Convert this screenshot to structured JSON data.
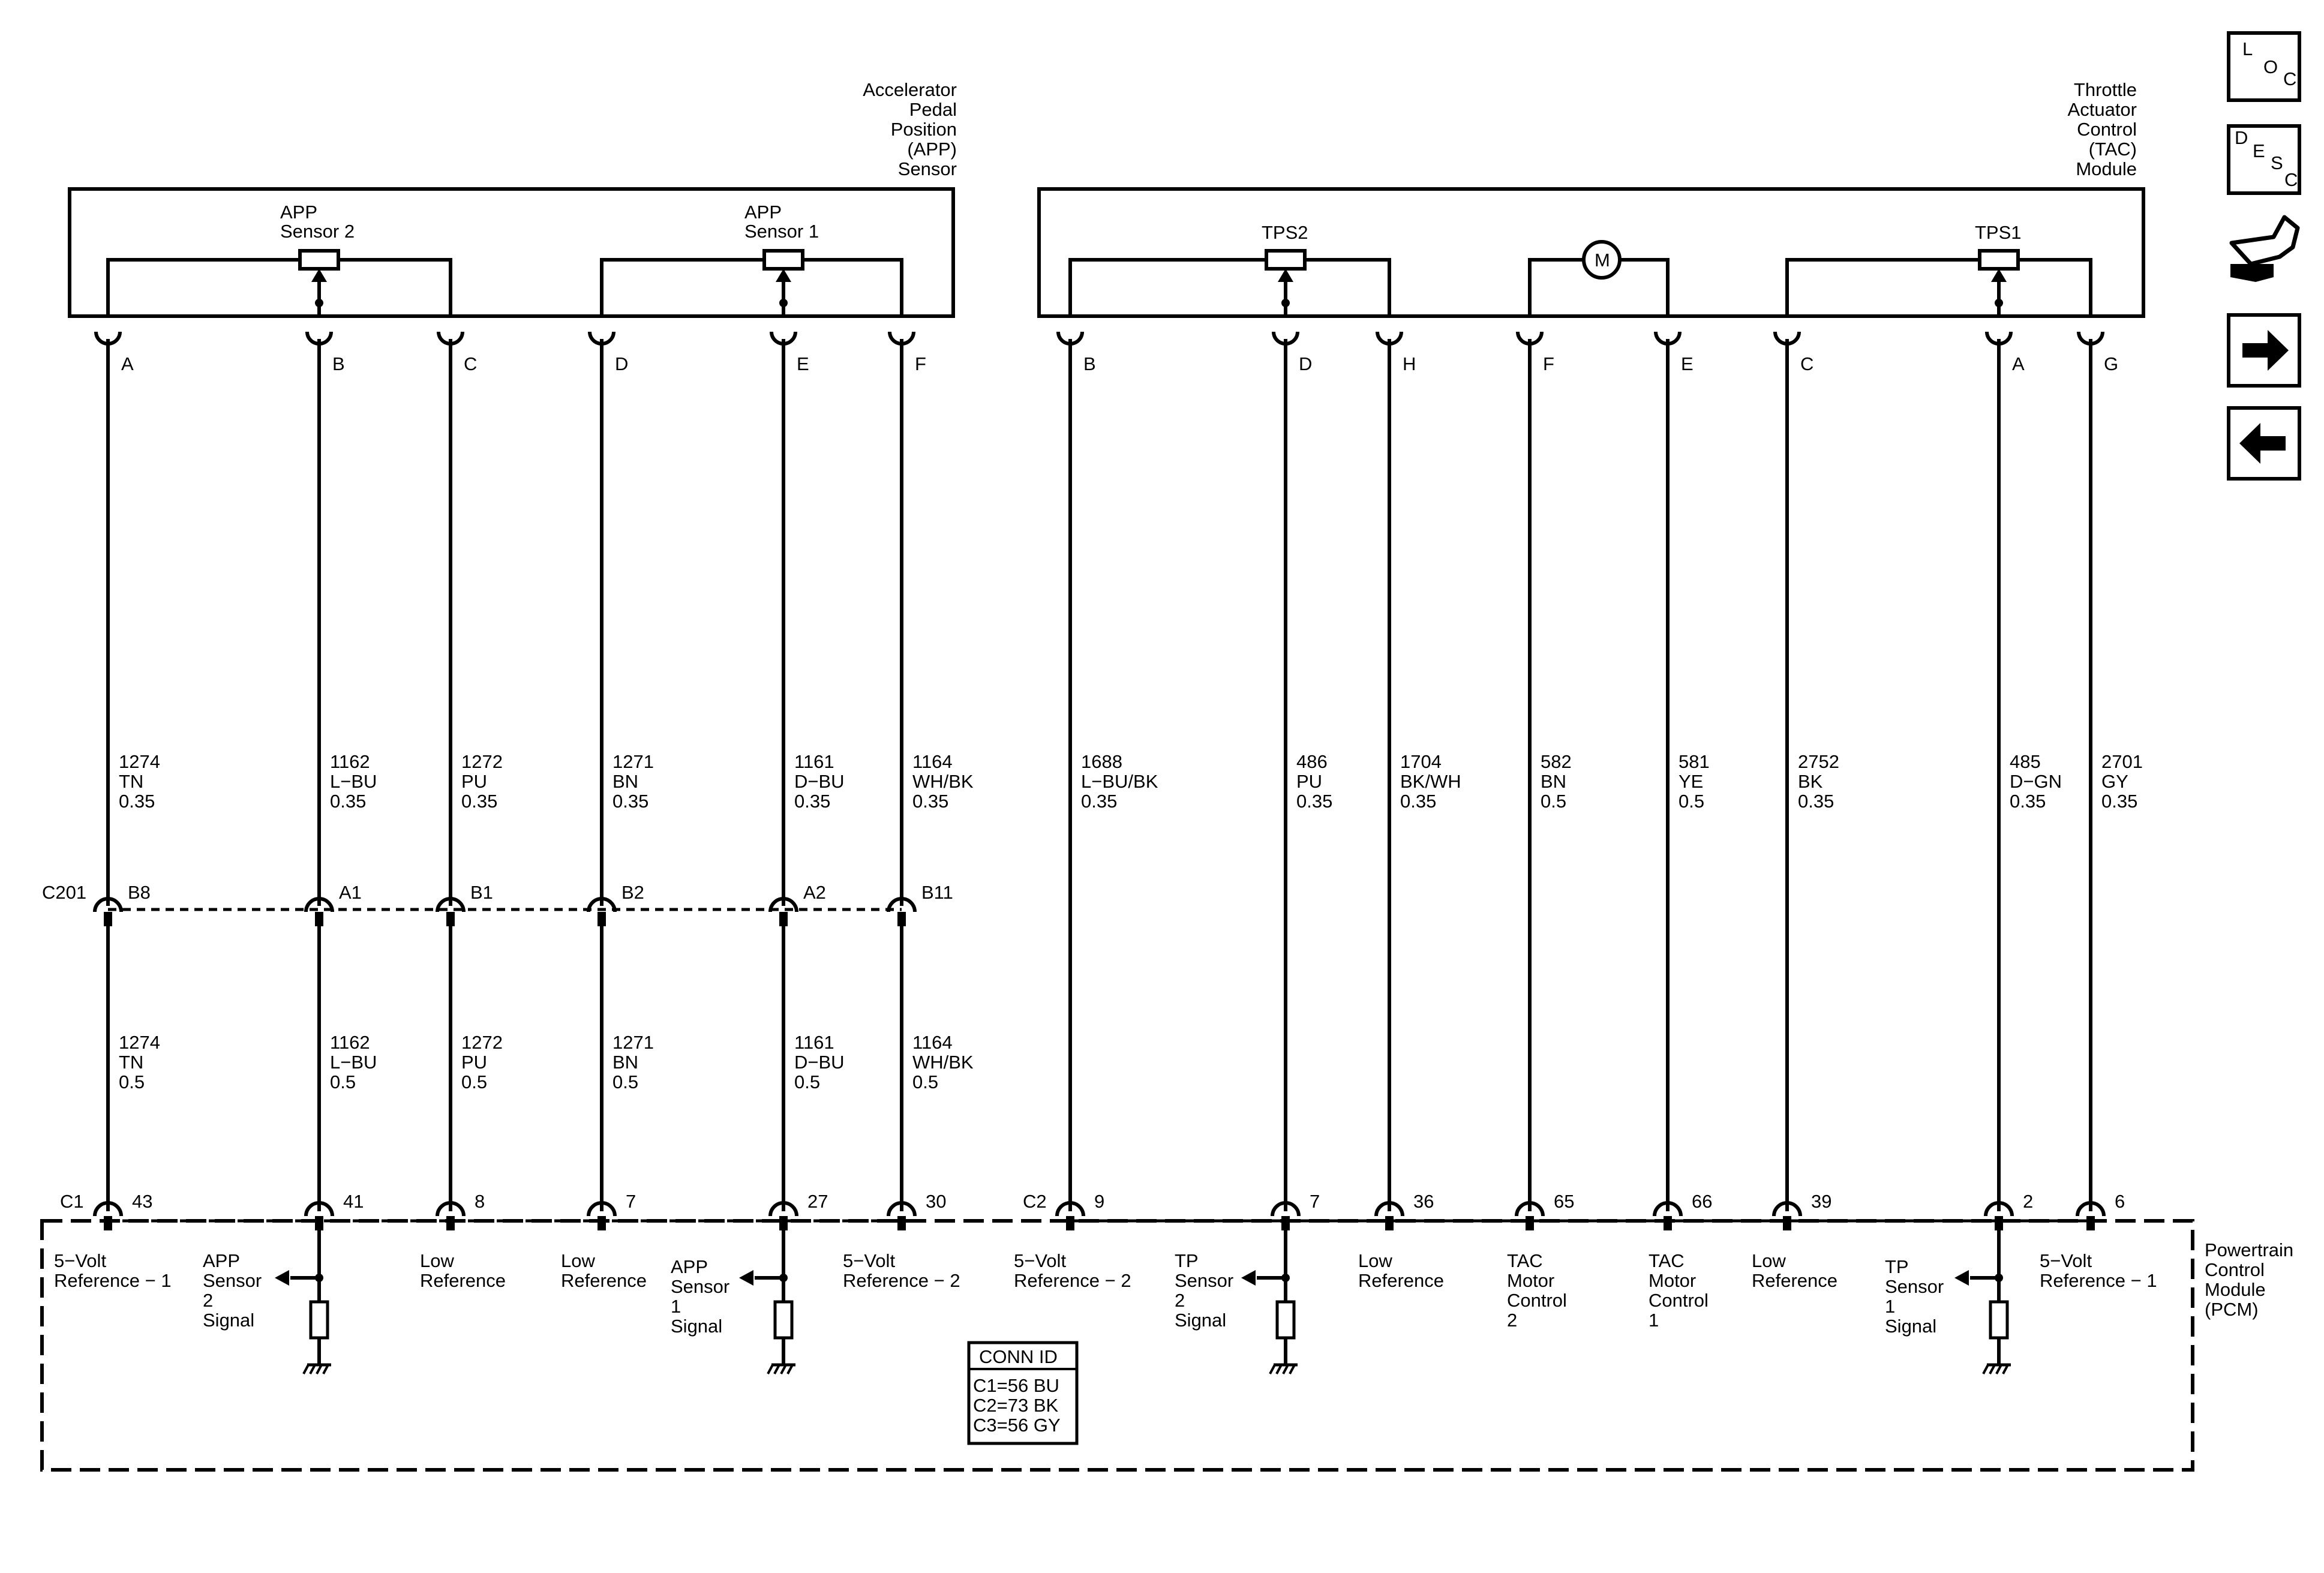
{
  "app_sensor": {
    "title": [
      "Accelerator",
      "Pedal",
      "Position",
      "(APP)",
      "Sensor"
    ],
    "sensor2": [
      "APP",
      "Sensor 2"
    ],
    "sensor1": [
      "APP",
      "Sensor 1"
    ]
  },
  "tac_module": {
    "title": [
      "Throttle",
      "Actuator",
      "Control",
      "(TAC)",
      "Module"
    ],
    "tps2": "TPS2",
    "tps1": "TPS1",
    "motor": "M"
  },
  "pcm": {
    "title": [
      "Powertrain",
      "Control",
      "Module",
      "(PCM)"
    ]
  },
  "inline_connector": "C201",
  "pcm_connectors": [
    "C1",
    "C2"
  ],
  "circuits": [
    {
      "comp_pin": "A",
      "upper": [
        "1274",
        "TN",
        "0.35"
      ],
      "c201": "B8",
      "lower": [
        "1274",
        "TN",
        "0.5"
      ],
      "pcm_pin": "43",
      "func": [
        "5−Volt",
        "Reference − 1"
      ]
    },
    {
      "comp_pin": "B",
      "upper": [
        "1162",
        "L−BU",
        "0.35"
      ],
      "c201": "A1",
      "lower": [
        "1162",
        "L−BU",
        "0.5"
      ],
      "pcm_pin": "41",
      "func": [
        "APP",
        "Sensor",
        "2",
        "Signal"
      ]
    },
    {
      "comp_pin": "C",
      "upper": [
        "1272",
        "PU",
        "0.35"
      ],
      "c201": "B1",
      "lower": [
        "1272",
        "PU",
        "0.5"
      ],
      "pcm_pin": "8",
      "func": [
        "Low",
        "Reference"
      ]
    },
    {
      "comp_pin": "D",
      "upper": [
        "1271",
        "BN",
        "0.35"
      ],
      "c201": "B2",
      "lower": [
        "1271",
        "BN",
        "0.5"
      ],
      "pcm_pin": "7",
      "func": [
        "Low",
        "Reference"
      ]
    },
    {
      "comp_pin": "E",
      "upper": [
        "1161",
        "D−BU",
        "0.35"
      ],
      "c201": "A2",
      "lower": [
        "1161",
        "D−BU",
        "0.5"
      ],
      "pcm_pin": "27",
      "func": [
        "APP",
        "Sensor",
        "1",
        "Signal"
      ]
    },
    {
      "comp_pin": "F",
      "upper": [
        "1164",
        "WH/BK",
        "0.35"
      ],
      "c201": "B11",
      "lower": [
        "1164",
        "WH/BK",
        "0.5"
      ],
      "pcm_pin": "30",
      "func": [
        "5−Volt",
        "Reference − 2"
      ]
    },
    {
      "comp_pin": "B",
      "upper": [
        "1688",
        "L−BU/BK",
        "0.35"
      ],
      "pcm_pin": "9",
      "func": [
        "5−Volt",
        "Reference − 2"
      ]
    },
    {
      "comp_pin": "D",
      "upper": [
        "486",
        "PU",
        "0.35"
      ],
      "pcm_pin": "7",
      "func": [
        "TP",
        "Sensor",
        "2",
        "Signal"
      ]
    },
    {
      "comp_pin": "H",
      "upper": [
        "1704",
        "BK/WH",
        "0.35"
      ],
      "pcm_pin": "36",
      "func": [
        "Low",
        "Reference"
      ]
    },
    {
      "comp_pin": "F",
      "upper": [
        "582",
        "BN",
        "0.5"
      ],
      "pcm_pin": "65",
      "func": [
        "TAC",
        "Motor",
        "Control",
        "2"
      ]
    },
    {
      "comp_pin": "E",
      "upper": [
        "581",
        "YE",
        "0.5"
      ],
      "pcm_pin": "66",
      "func": [
        "TAC",
        "Motor",
        "Control",
        "1"
      ]
    },
    {
      "comp_pin": "C",
      "upper": [
        "2752",
        "BK",
        "0.35"
      ],
      "pcm_pin": "39",
      "func": [
        "Low",
        "Reference"
      ]
    },
    {
      "comp_pin": "A",
      "upper": [
        "485",
        "D−GN",
        "0.35"
      ],
      "pcm_pin": "2",
      "func": [
        "TP",
        "Sensor",
        "1",
        "Signal"
      ]
    },
    {
      "comp_pin": "G",
      "upper": [
        "2701",
        "GY",
        "0.35"
      ],
      "pcm_pin": "6",
      "func": [
        "5−Volt",
        "Reference − 1"
      ]
    }
  ],
  "conn_id": {
    "title": "CONN ID",
    "rows": [
      "C1=56 BU",
      "C2=73 BK",
      "C3=56 GY"
    ]
  },
  "nav": {
    "loc": [
      "L",
      "O",
      "C"
    ],
    "desc": [
      "D",
      "E",
      "S",
      "C"
    ],
    "icons": [
      "connector-hand-icon",
      "arrow-right-icon",
      "arrow-left-icon"
    ]
  }
}
